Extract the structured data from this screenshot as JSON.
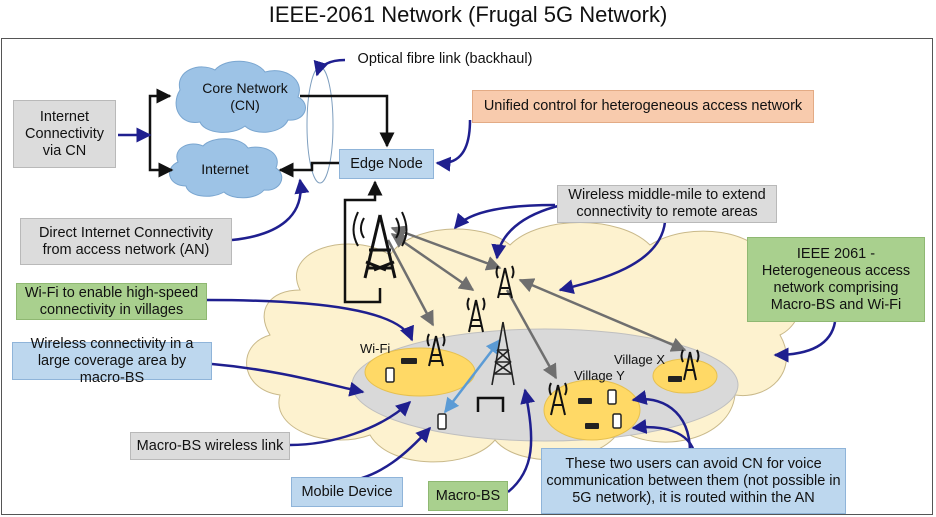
{
  "title": "IEEE-2061 Network (Frugal 5G Network)",
  "labels": {
    "optical_fibre": "Optical fibre link (backhaul)",
    "internet_via_cn": "Internet Connectivity via CN",
    "core_network": "Core Network (CN)",
    "internet": "Internet",
    "edge_node": "Edge Node",
    "unified_control": "Unified control for heterogeneous access network",
    "wireless_middle_mile": "Wireless middle-mile to extend connectivity to remote areas",
    "direct_internet": "Direct Internet Connectivity from access network (AN)",
    "ieee2061_hetero": "IEEE 2061 - Heterogeneous access network comprising Macro-BS and Wi-Fi",
    "wifi_villages": "Wi-Fi to enable high-speed connectivity in villages",
    "wireless_coverage": "Wireless connectivity in a large coverage area by macro-BS",
    "wifi": "Wi-Fi",
    "village_x": "Village X",
    "village_y": "Village Y",
    "macro_bs_link": "Macro-BS wireless link",
    "mobile_device": "Mobile Device",
    "macro_bs": "Macro-BS",
    "two_users": "These two users can avoid CN for voice communication between them (not possible in 5G network), it is routed within the AN"
  },
  "colors": {
    "arrow_navy": "#1f1f8f",
    "cloud_blue": "#9dc3e6",
    "access_cloud": "#fdf2cf",
    "coverage_ellipse": "#d9d9d9",
    "village_yellow": "#ffd966",
    "grey_arrow": "#6f6f6f",
    "link_blue": "#5b9bd5"
  }
}
